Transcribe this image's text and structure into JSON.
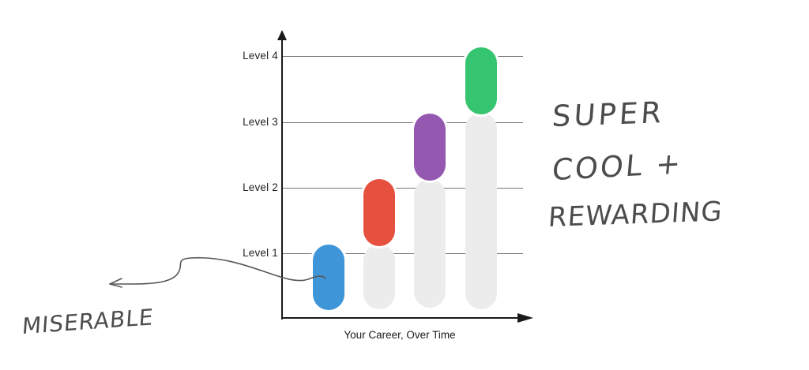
{
  "chart_data": {
    "type": "bar",
    "title": "",
    "xlabel": "Your Career, Over Time",
    "ylabel": "",
    "y_tick_labels": [
      "Level 1",
      "Level 2",
      "Level 3",
      "Level 4"
    ],
    "values": [
      1,
      2,
      3,
      4
    ],
    "ylim": [
      0,
      4.5
    ],
    "grid": true,
    "legend": false,
    "track_color": "#ececec",
    "gridline_color": "#757575",
    "axis_color": "#1a1a1a",
    "bars": [
      {
        "level_reached": 1,
        "color": "#3e96d9"
      },
      {
        "level_reached": 2,
        "color": "#e6503e"
      },
      {
        "level_reached": 3,
        "color": "#9458b1"
      },
      {
        "level_reached": 4,
        "color": "#35c46f"
      }
    ],
    "annotations": [
      {
        "text": "SUPER",
        "position": "right-of-chart",
        "style": "handwritten"
      },
      {
        "text": "COOL +",
        "position": "right-of-chart",
        "style": "handwritten"
      },
      {
        "text": "REWARDING",
        "position": "right-of-chart",
        "style": "handwritten"
      },
      {
        "text": "MISERABLE",
        "position": "bottom-left",
        "style": "handwritten",
        "arrow_points_to": "first-bar"
      }
    ],
    "ink_color": "#4c4c4c"
  }
}
